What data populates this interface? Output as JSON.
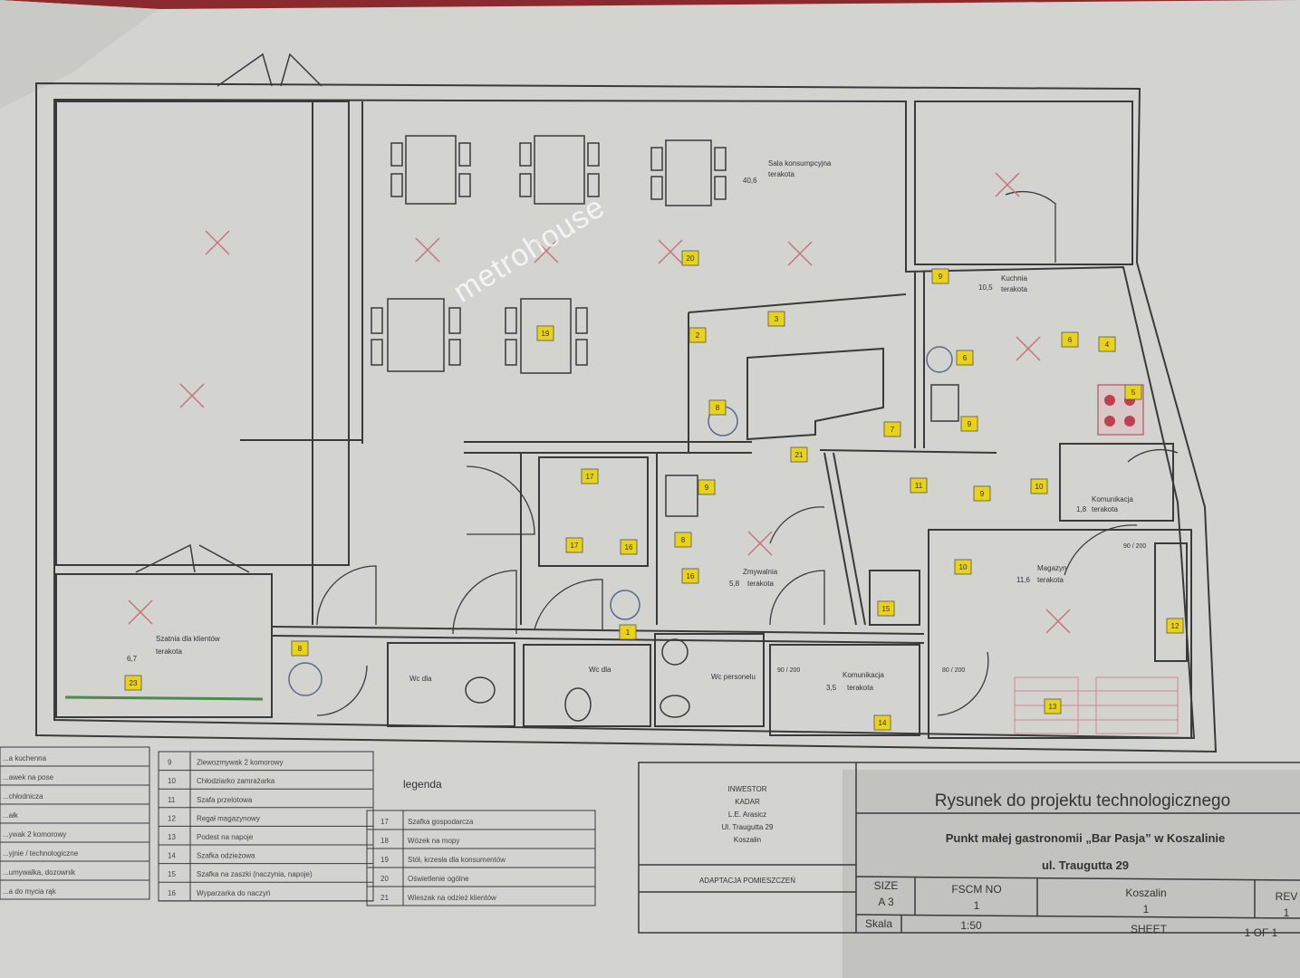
{
  "watermark": "metrohouse",
  "rooms": {
    "sala": {
      "name": "Sala konsumpcyjna",
      "floor": "terakota",
      "area": "40,6"
    },
    "kuchnia": {
      "name": "Kuchnia",
      "floor": "terakota",
      "area": "10,5"
    },
    "zmywalnia": {
      "name": "Zmywalnia",
      "floor": "terakota",
      "area": "5,8"
    },
    "komunikacja1": {
      "name": "Komunikacja",
      "floor": "terakota",
      "area": "1,8"
    },
    "komunikacja2": {
      "name": "Komunikacja",
      "floor": "terakota",
      "area": "3,5"
    },
    "magazyn": {
      "name": "Magazyn",
      "floor": "terakota",
      "area": "11,6"
    },
    "szatnia": {
      "name": "Szatnia dla klientów",
      "floor": "terakota",
      "area": "6,7"
    },
    "wc_personelu": {
      "name": "Wc personelu"
    },
    "wc1": {
      "name": "Wc dla"
    },
    "wc2": {
      "name": "Wc dla"
    }
  },
  "door_labels": [
    "90 / 200",
    "80 / 200",
    "90 / 200"
  ],
  "markers": [
    "20",
    "19",
    "2",
    "3",
    "8",
    "21",
    "7",
    "9",
    "6",
    "9",
    "6",
    "4",
    "5",
    "17",
    "9",
    "17",
    "16",
    "8",
    "16",
    "1",
    "8",
    "23",
    "11",
    "9",
    "10",
    "10",
    "15",
    "12",
    "13",
    "14"
  ],
  "legend": {
    "title": "legenda",
    "left_table": [
      "...a kuchenna",
      "...awek na pose",
      "...chłodnicza",
      "...ałk",
      "...ywak 2 komorowy",
      "...yjnie / technologiczne",
      "...umywalka, dozownik",
      "...a do mycia rąk"
    ],
    "middle_table": [
      {
        "no": "9",
        "label": "Zlewozmywak 2 komorowy"
      },
      {
        "no": "10",
        "label": "Chłodziarko zamrażarka"
      },
      {
        "no": "11",
        "label": "Szafa przelotowa"
      },
      {
        "no": "12",
        "label": "Regał magazynowy"
      },
      {
        "no": "13",
        "label": "Podest na napoje"
      },
      {
        "no": "14",
        "label": "Szafka odzieżowa"
      },
      {
        "no": "15",
        "label": "Szafka na zaszki (naczynia, napoje)"
      },
      {
        "no": "16",
        "label": "Wyparzarka do naczyń"
      }
    ],
    "right_table": [
      {
        "no": "17",
        "label": "Szafka gospodarcza"
      },
      {
        "no": "18",
        "label": "Wózek na mopy"
      },
      {
        "no": "19",
        "label": "Stół, krzesła dla konsumentów"
      },
      {
        "no": "20",
        "label": "Oświetlenie ogólne"
      },
      {
        "no": "21",
        "label": "Wieszak na odzież klientów"
      }
    ]
  },
  "title_block": {
    "investor_lines": [
      "INWESTOR",
      "KADAR",
      "L.E. Arasicz",
      "Ul. Traugutta 29",
      "Koszalin"
    ],
    "adaptation": "ADAPTACJA POMIESZCZEŃ",
    "title": "Rysunek do projektu technologicznego",
    "subtitle": "Punkt małej gastronomii „Bar Pasja” w Koszalinie",
    "address": "ul. Traugutta 29",
    "size_label": "SIZE",
    "size_value": "A 3",
    "fscm_label": "FSCM NO",
    "fscm_value": "1",
    "city": "Koszalin",
    "city_value": "1",
    "rev_label": "REV",
    "rev_value": "1",
    "scale_label": "Skala",
    "scale_value": "1:50",
    "sheet_label": "SHEET",
    "sheet_value": "1 OF 1"
  },
  "colors": {
    "marker": "#e8d21a",
    "cross": "#c8737a",
    "wall": "#3a3a3a",
    "paper": "#d6d6d3"
  }
}
